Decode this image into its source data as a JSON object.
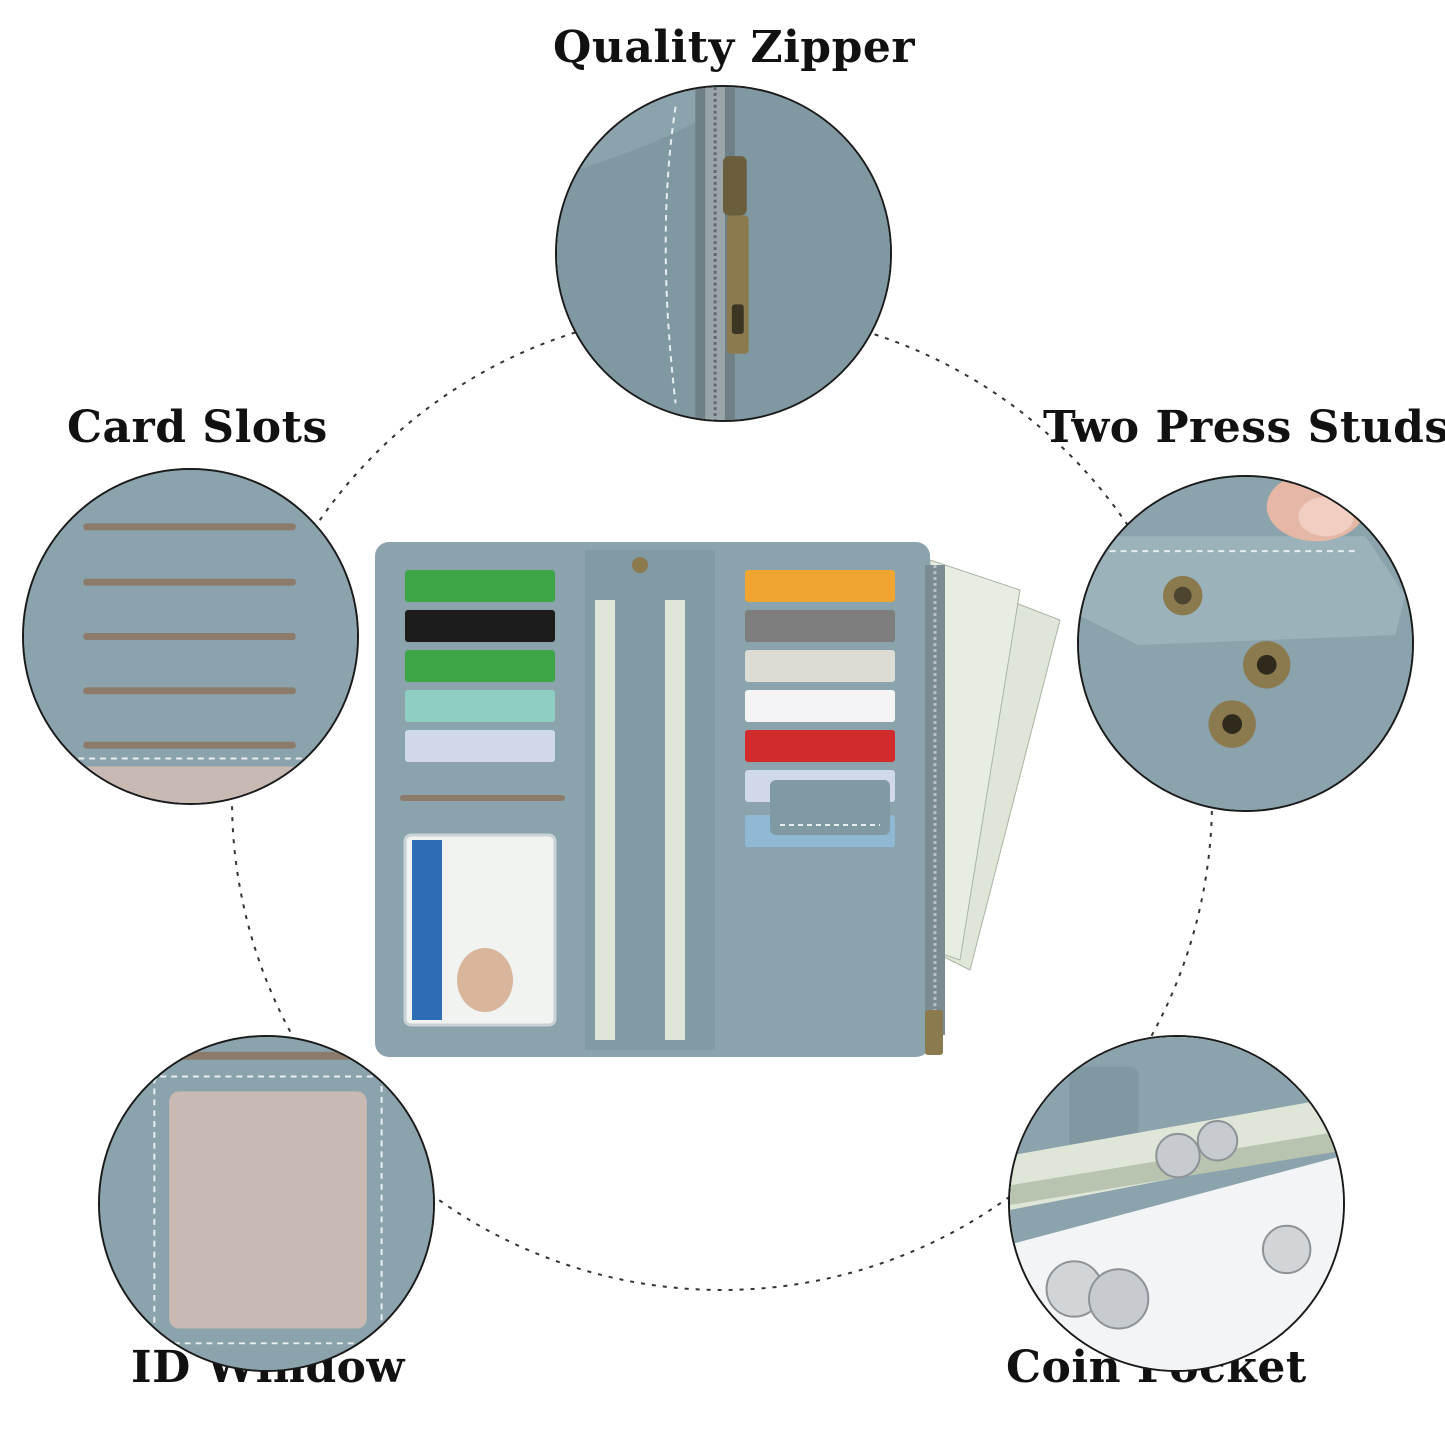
{
  "labels": {
    "zipper": "Quality Zipper",
    "card_slots": "Card Slots",
    "press_studs": "Two Press Studs",
    "id_window": "ID Window",
    "coin_pocket": "Coin Pocket"
  },
  "colors": {
    "leather": "#8ba3ac",
    "leather_dark": "#6f8893",
    "slot_brown": "#8c7a6a",
    "window_pink": "#c9b9b3",
    "brass": "#8a7a4e",
    "cash": "#dfe6d8"
  },
  "icons": [
    "zipper-icon",
    "card-slots-icon",
    "press-stud-icon",
    "id-window-icon",
    "coin-icon"
  ]
}
